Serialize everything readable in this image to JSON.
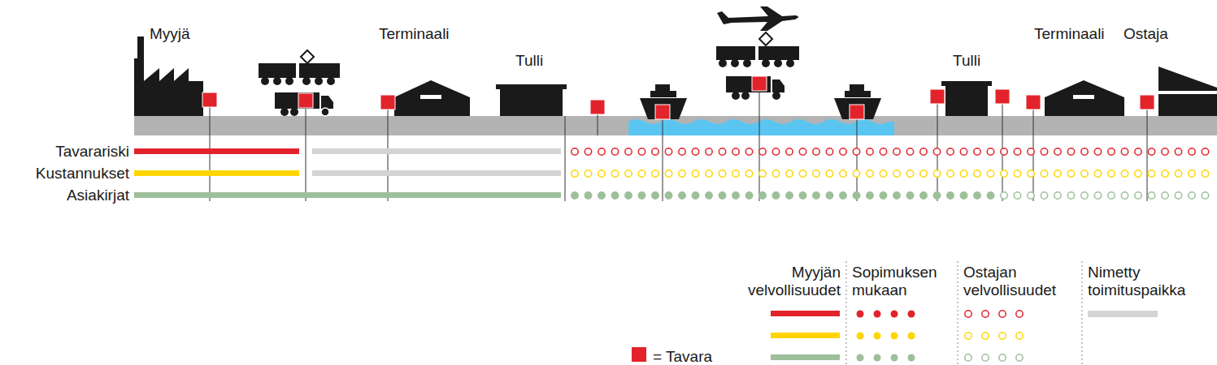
{
  "diagram": {
    "labels": [
      "Myyjä",
      "Terminaali",
      "Tulli",
      "Tulli",
      "Terminaali",
      "Ostaja",
      "Tavarariski",
      "Kustannukset",
      "Asiakirjat"
    ],
    "legend": [
      {
        "text": "Myyjän velvollisuudet"
      },
      {
        "text": "Sopimuksen mukaan"
      },
      {
        "text": "Ostajan velvollisuudet"
      },
      {
        "text": "Nimetty toimituspaikka",
        "color": "#d4d4d4"
      },
      {
        "text": "= Tavara",
        "color": "#e2232b"
      }
    ]
  }
}
